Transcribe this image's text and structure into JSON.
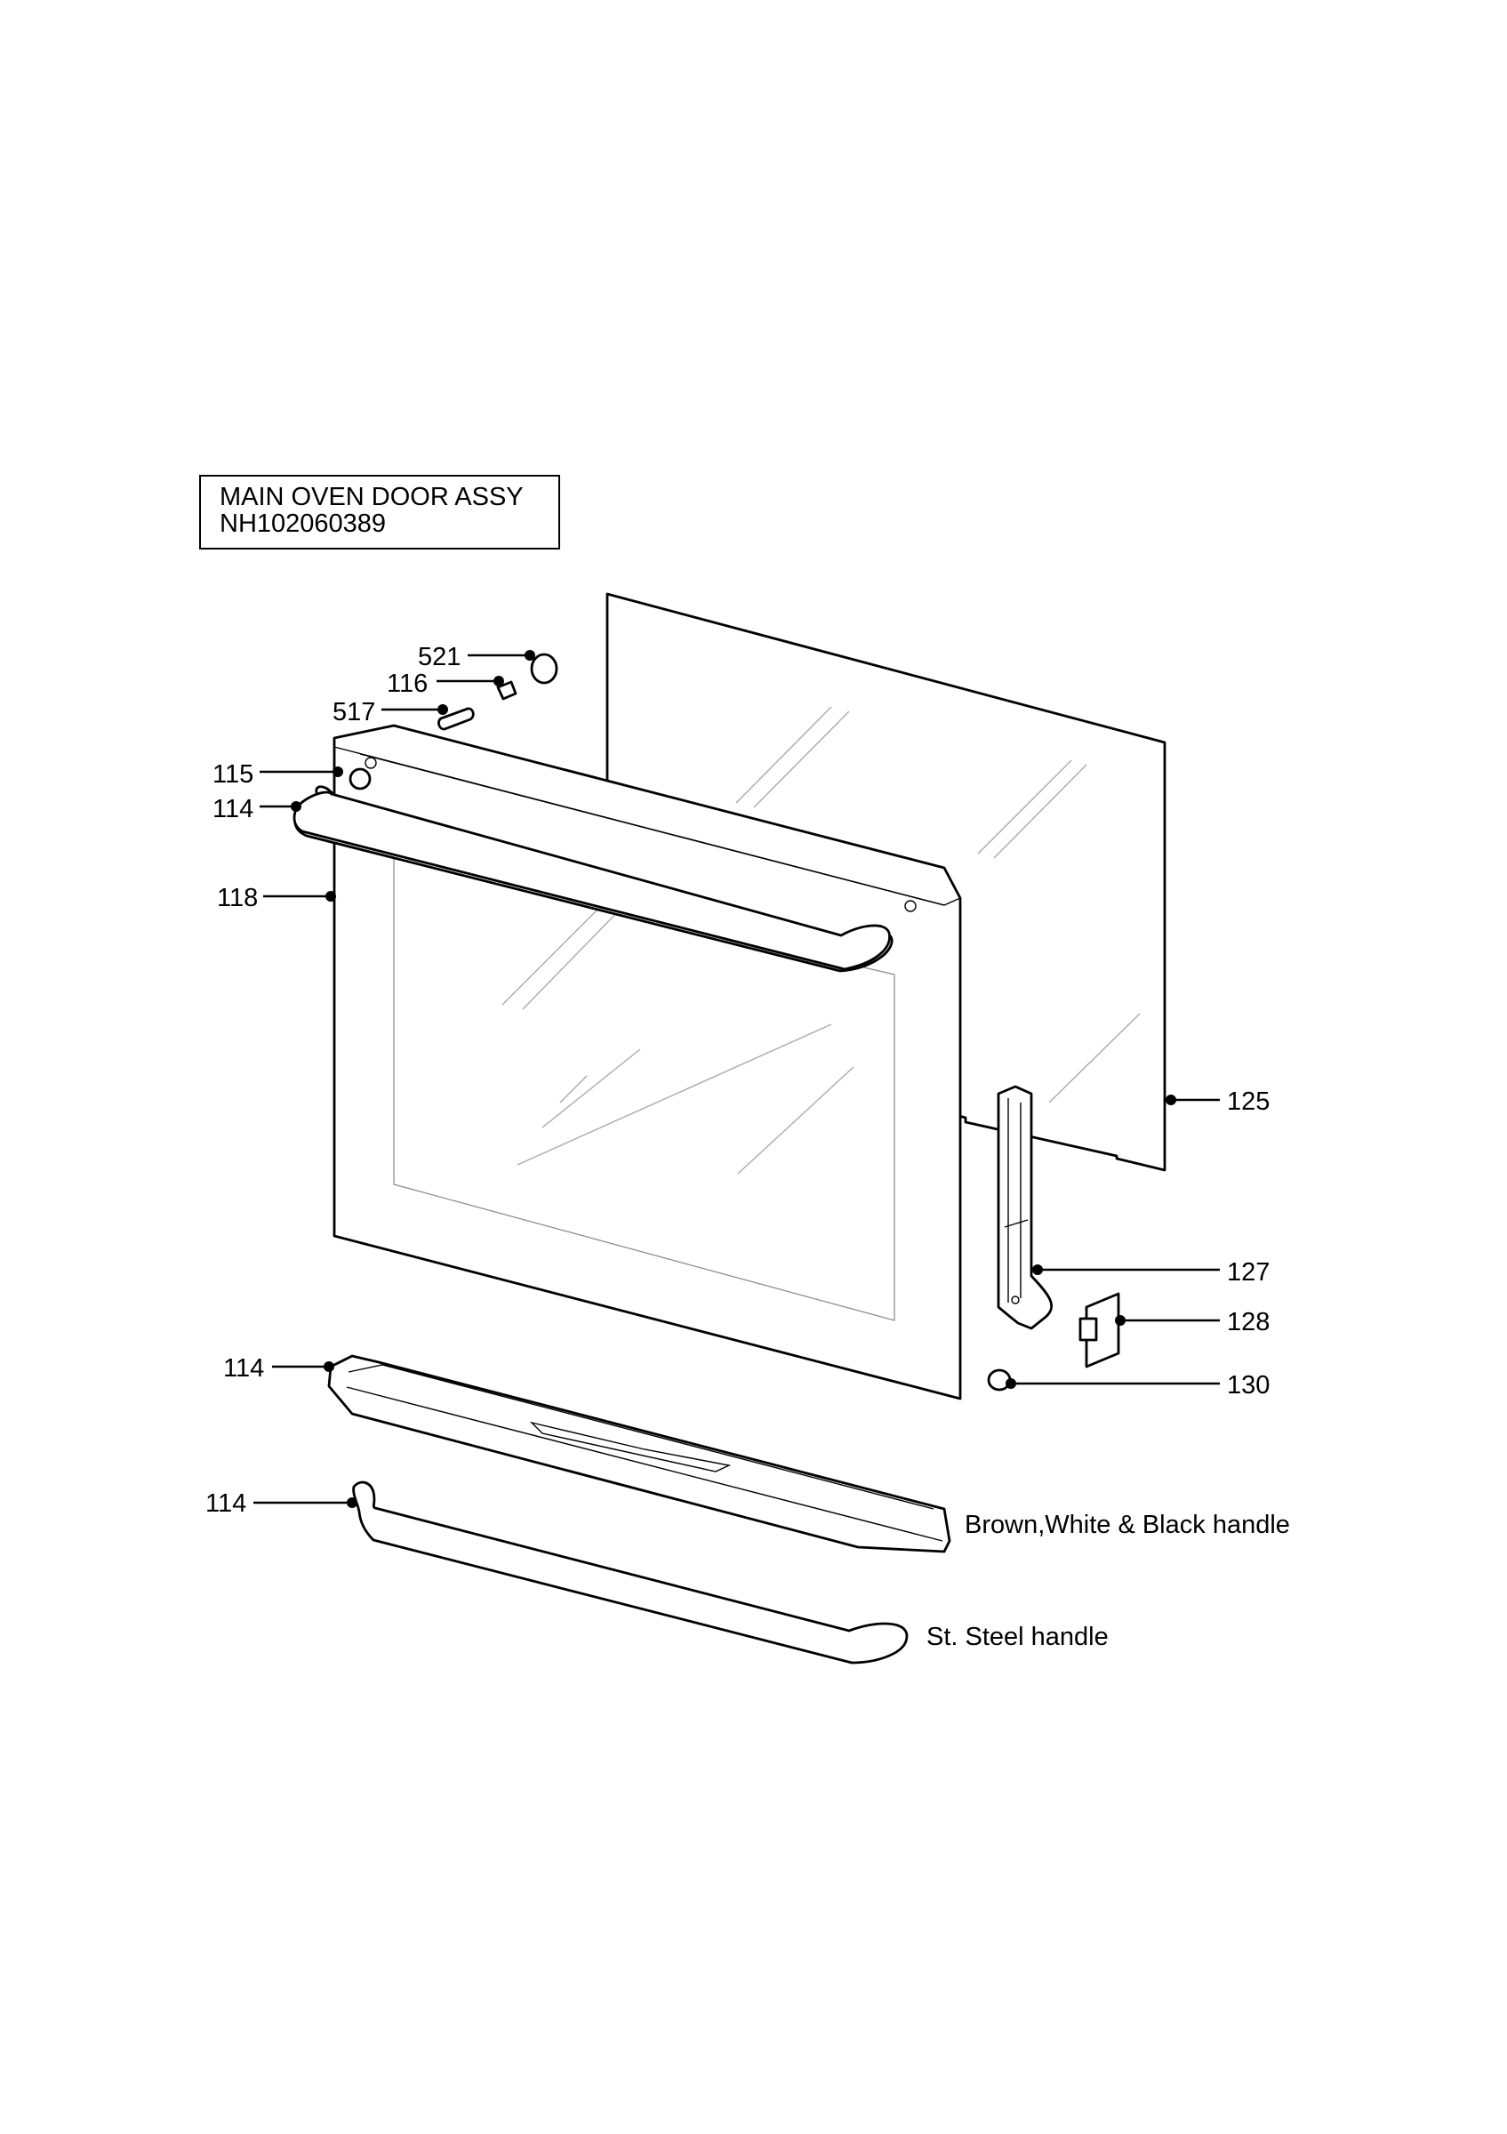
{
  "title": {
    "line1": "MAIN OVEN DOOR ASSY",
    "line2": "NH102060389"
  },
  "callouts": {
    "c521": "521",
    "c116": "116",
    "c517": "517",
    "c115": "115",
    "c114_top": "114",
    "c118": "118",
    "c125": "125",
    "c127": "127",
    "c128": "128",
    "c130": "130",
    "c114_trim": "114",
    "c114_handle": "114"
  },
  "notes": {
    "trim_handle": "Brown,White & Black handle",
    "steel_handle": "St. Steel handle"
  }
}
